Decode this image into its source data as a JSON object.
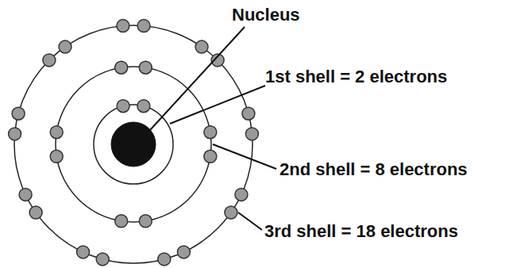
{
  "diagram": {
    "labels": [
      "Nucleus",
      "1st shell = 2 electrons",
      "2nd shell = 8 electrons",
      "3rd shell = 18 electrons"
    ]
  }
}
